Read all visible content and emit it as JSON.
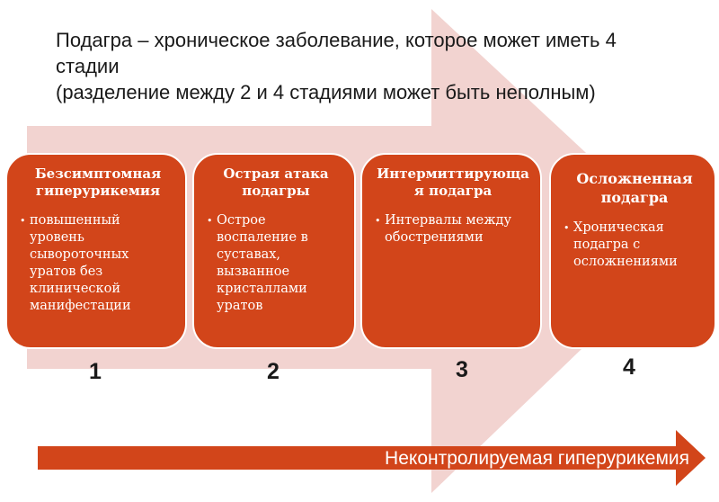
{
  "title_lines": [
    "Подагра – хроническое заболевание,  которое может иметь 4",
    "стадии",
    "(разделение между 2 и 4 стадиями может быть неполным)"
  ],
  "stages": [
    {
      "title": "Безсимптомная гиперурикемия",
      "bullet": "повышенный уровень сывороточных уратов без клинической манифестации",
      "number": "1"
    },
    {
      "title": "Острая атака подагры",
      "bullet": "Острое воспаление в суставах, вызванное кристаллами уратов",
      "number": "2"
    },
    {
      "title": "Интермиттирующая подагра",
      "bullet": "Интервалы между обострениями",
      "number": "3"
    },
    {
      "title": "Осложненная подагра",
      "bullet": "Хроническая подагра с осложнениями",
      "number": "4"
    }
  ],
  "bottom_arrow_label": "Неконтролируемая гиперурикемия",
  "colors": {
    "stage_fill": "#d2451a",
    "background_arrow": "#f2d3d0",
    "bottom_arrow": "#d2451a"
  }
}
